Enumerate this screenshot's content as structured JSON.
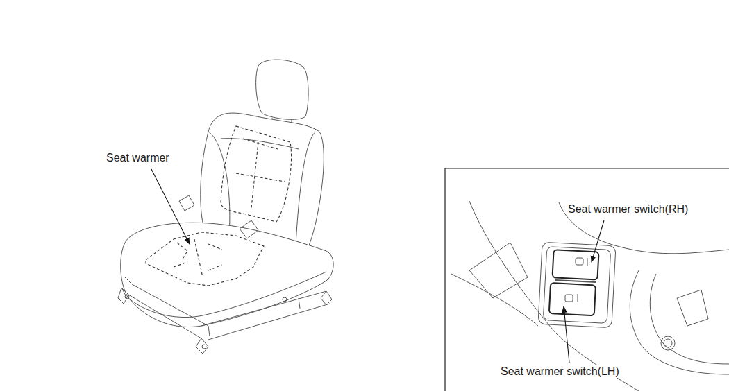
{
  "diagram": {
    "labels": [
      "Seat warmer",
      "Seat warmer switch(RH)",
      "Seat warmer switch(LH)"
    ]
  }
}
